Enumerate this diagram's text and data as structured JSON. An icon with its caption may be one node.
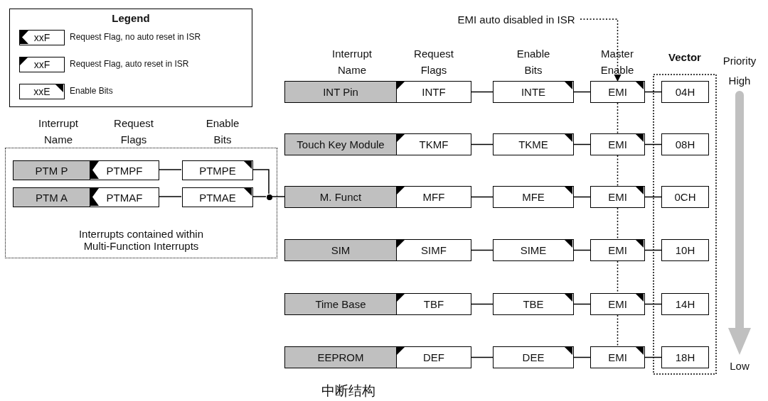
{
  "diagram": {
    "caption": "中断结构",
    "nodes": [
      {
        "text": [
          "Interrupts contained within Multi-Function Interrupts"
        ]
      },
      {
        "text": [
          "PTM P"
        ],
        "in": 0
      },
      {
        "text": [
          "PTMPF"
        ],
        "in": 0
      },
      {
        "text": [
          "PTMPE"
        ],
        "in": 0
      },
      {
        "text": [
          "PTM A"
        ],
        "in": 0
      },
      {
        "text": [
          "PTMAF"
        ],
        "in": 0
      },
      {
        "text": [
          "PTMAE"
        ],
        "in": 0
      },
      {
        "text": [],
        "shape": "circle",
        "in": 0
      },
      {
        "text": [
          "Vector"
        ]
      },
      {
        "text": [
          "INT Pin"
        ]
      },
      {
        "text": [
          "INTF"
        ]
      },
      {
        "text": [
          "INTE"
        ]
      },
      {
        "text": [
          "EMI"
        ]
      },
      {
        "text": [
          "04H"
        ],
        "in": 8
      },
      {
        "text": [
          "Touch Key Module"
        ]
      },
      {
        "text": [
          "TKMF"
        ]
      },
      {
        "text": [
          "TKME"
        ]
      },
      {
        "text": [
          "EMI"
        ]
      },
      {
        "text": [
          "08H"
        ],
        "in": 8
      },
      {
        "text": [
          "M. Funct"
        ]
      },
      {
        "text": [
          "MFF"
        ]
      },
      {
        "text": [
          "MFE"
        ]
      },
      {
        "text": [
          "EMI"
        ]
      },
      {
        "text": [
          "0CH"
        ],
        "in": 8
      },
      {
        "text": [
          "SIM"
        ]
      },
      {
        "text": [
          "SIMF"
        ]
      },
      {
        "text": [
          "SIME"
        ]
      },
      {
        "text": [
          "EMI"
        ]
      },
      {
        "text": [
          "10H"
        ],
        "in": 8
      },
      {
        "text": [
          "Time Base"
        ]
      },
      {
        "text": [
          "TBF"
        ]
      },
      {
        "text": [
          "TBE"
        ]
      },
      {
        "text": [
          "EMI"
        ]
      },
      {
        "text": [
          "14H"
        ],
        "in": 8
      },
      {
        "text": [
          "EEPROM"
        ]
      },
      {
        "text": [
          "DEF"
        ]
      },
      {
        "text": [
          "DEE"
        ]
      },
      {
        "text": [
          "EMI"
        ]
      },
      {
        "text": [
          "18H"
        ],
        "in": 8
      },
      {
        "text": [
          "EMI auto disabled in ISR"
        ]
      }
    ],
    "edges": [
      {
        "from": 2,
        "to": 3,
        "arrow": "none"
      },
      {
        "from": 5,
        "to": 6,
        "arrow": "none"
      },
      {
        "from": 3,
        "to": 7,
        "arrow": "none"
      },
      {
        "from": 6,
        "to": 7,
        "arrow": "none"
      },
      {
        "from": 7,
        "to": 19,
        "arrow": "none"
      },
      {
        "from": 10,
        "to": 11,
        "arrow": "none"
      },
      {
        "from": 11,
        "to": 12,
        "arrow": "none"
      },
      {
        "from": 12,
        "to": 13,
        "arrow": "none"
      },
      {
        "from": 15,
        "to": 16,
        "arrow": "none"
      },
      {
        "from": 16,
        "to": 17,
        "arrow": "none"
      },
      {
        "from": 17,
        "to": 18,
        "arrow": "none"
      },
      {
        "from": 20,
        "to": 21,
        "arrow": "none"
      },
      {
        "from": 21,
        "to": 22,
        "arrow": "none"
      },
      {
        "from": 22,
        "to": 23,
        "arrow": "none"
      },
      {
        "from": 25,
        "to": 26,
        "arrow": "none"
      },
      {
        "from": 26,
        "to": 27,
        "arrow": "none"
      },
      {
        "from": 27,
        "to": 28,
        "arrow": "none"
      },
      {
        "from": 30,
        "to": 31,
        "arrow": "none"
      },
      {
        "from": 31,
        "to": 32,
        "arrow": "none"
      },
      {
        "from": 32,
        "to": 33,
        "arrow": "none"
      },
      {
        "from": 35,
        "to": 36,
        "arrow": "none"
      },
      {
        "from": 36,
        "to": 37,
        "arrow": "none"
      },
      {
        "from": 37,
        "to": 38,
        "arrow": "none"
      },
      {
        "from": 12,
        "to": 17,
        "arrow": "none",
        "style": "dashed"
      },
      {
        "from": 17,
        "to": 22,
        "arrow": "none",
        "style": "dashed"
      },
      {
        "from": 22,
        "to": 27,
        "arrow": "none",
        "style": "dashed"
      },
      {
        "from": 27,
        "to": 32,
        "arrow": "none",
        "style": "dashed"
      },
      {
        "from": 32,
        "to": 37,
        "arrow": "none",
        "style": "dashed"
      },
      {
        "from": 39,
        "to": 12,
        "arrow": "to",
        "style": "dashed"
      }
    ],
    "labels": [
      "Legend",
      "xxF",
      "xxF",
      "xxE",
      "Interrupt Name",
      "Request Flags",
      "Enable Bits",
      "Interrupt Name",
      "Request Flags",
      "Enable Bits",
      "Master Enable",
      "Priority",
      "High",
      "Low"
    ],
    "legend": [
      {
        "text": "Request Flag, no auto reset in ISR"
      },
      {
        "text": "Request Flag, auto reset in ISR"
      },
      {
        "text": "Enable Bits"
      }
    ]
  }
}
